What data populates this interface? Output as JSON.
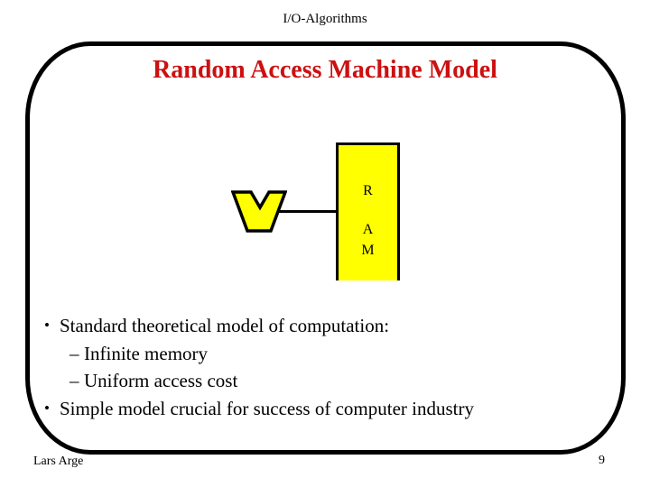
{
  "header": {
    "course_title": "I/O-Algorithms"
  },
  "slide": {
    "title": "Random Access Machine Model",
    "title_color": "#cc1111",
    "bullets": [
      {
        "level": 1,
        "glyph": "•",
        "text": "Standard theoretical model of computation:"
      },
      {
        "level": 2,
        "glyph": "–",
        "text": "Infinite memory"
      },
      {
        "level": 2,
        "glyph": "–",
        "text": "Uniform access cost"
      },
      {
        "level": 1,
        "glyph": "•",
        "text": "Simple model crucial for success of computer industry"
      }
    ]
  },
  "diagram": {
    "ram_box": {
      "letters": [
        "R",
        "A",
        "M"
      ],
      "fill_color": "#ffff00",
      "border_color": "#000000"
    },
    "v_shape": {
      "name": "yellow V connector shape",
      "fill_color": "#ffff00",
      "outline_color": "#000000"
    }
  },
  "footer": {
    "author": "Lars Arge",
    "page_number": "9"
  }
}
